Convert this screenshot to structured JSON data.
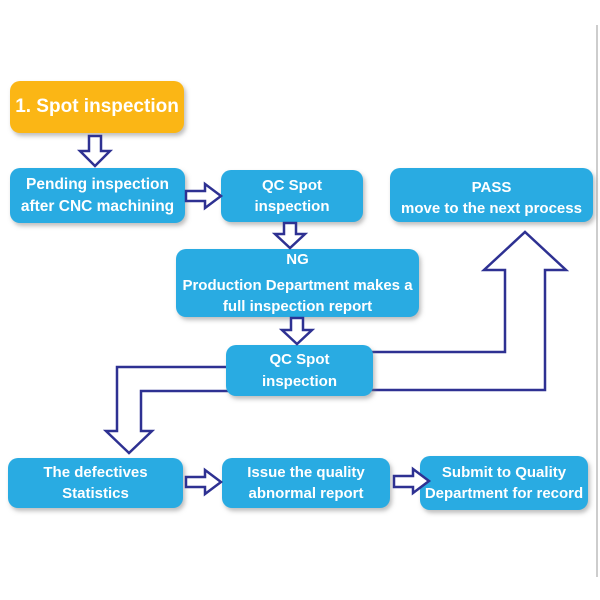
{
  "figure": {
    "type": "flowchart",
    "title": "1. Spot inspection"
  },
  "colors": {
    "node_blue": "#29abe2",
    "node_orange": "#fbb615",
    "arrow_outline": "#2e3192",
    "arrow_fill": "#ffffff",
    "node_text": "#ffffff",
    "canvas_bg": "#ffffff",
    "edge_line": "#cdcdcd"
  },
  "nodes": {
    "start": {
      "label": "1. Spot inspection"
    },
    "pending": {
      "line1": "Pending inspection",
      "line2": "after CNC machining"
    },
    "qc1": {
      "line1": "QC Spot",
      "line2": "inspection"
    },
    "pass": {
      "line1": "PASS",
      "line2": "move to the next process"
    },
    "ng": {
      "line1": "NG",
      "line2": "Production Department makes a",
      "line3": "full inspection report"
    },
    "qc2": {
      "line1": "QC Spot",
      "line2": "inspection"
    },
    "defectives": {
      "line1": "The defectives",
      "line2": "Statistics"
    },
    "issue": {
      "line1": "Issue the quality",
      "line2": "abnormal report"
    },
    "submit": {
      "line1": "Submit to Quality",
      "line2": "Department for record"
    }
  },
  "flow": [
    {
      "from": "start",
      "to": "pending"
    },
    {
      "from": "pending",
      "to": "qc1"
    },
    {
      "from": "qc1",
      "to": "ng"
    },
    {
      "from": "ng",
      "to": "qc2"
    },
    {
      "from": "qc2",
      "to": "pass"
    },
    {
      "from": "qc2",
      "to": "defectives"
    },
    {
      "from": "defectives",
      "to": "issue"
    },
    {
      "from": "issue",
      "to": "submit"
    }
  ]
}
